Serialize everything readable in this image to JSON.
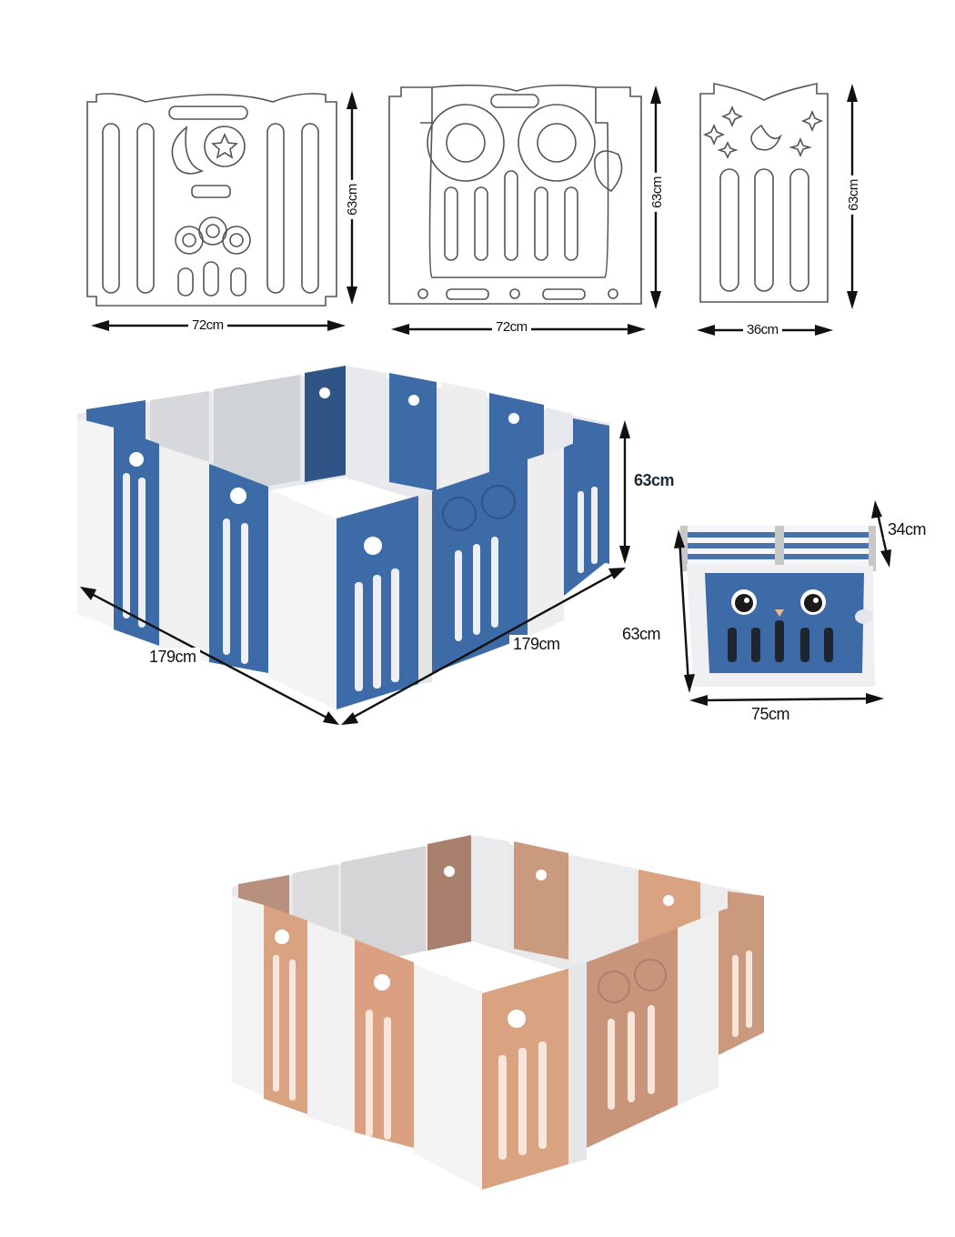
{
  "diagrams": {
    "panel_activity": {
      "name": "Activity panel (moon, star, gears)",
      "width_label": "72cm",
      "height_label": "63cm"
    },
    "panel_door": {
      "name": "Owl door panel",
      "width_label": "72cm",
      "height_label": "63cm"
    },
    "panel_narrow": {
      "name": "Narrow moon & stars panel",
      "width_label": "36cm",
      "height_label": "63cm"
    }
  },
  "playpen_blue": {
    "color_name": "Blue & White",
    "colors": {
      "primary": "#3d6ba8",
      "secondary": "#f2f2f2",
      "accent_dark": "#2f5486"
    },
    "length_label_left": "179cm",
    "length_label_right": "179cm",
    "height_label": "63cm"
  },
  "folded": {
    "height_label": "63cm",
    "depth_label": "34cm",
    "width_label": "75cm"
  },
  "playpen_brown": {
    "color_name": "Brown & White",
    "colors": {
      "primary": "#d9a382",
      "secondary": "#f2f2f2",
      "accent_dark": "#a8806d"
    }
  }
}
